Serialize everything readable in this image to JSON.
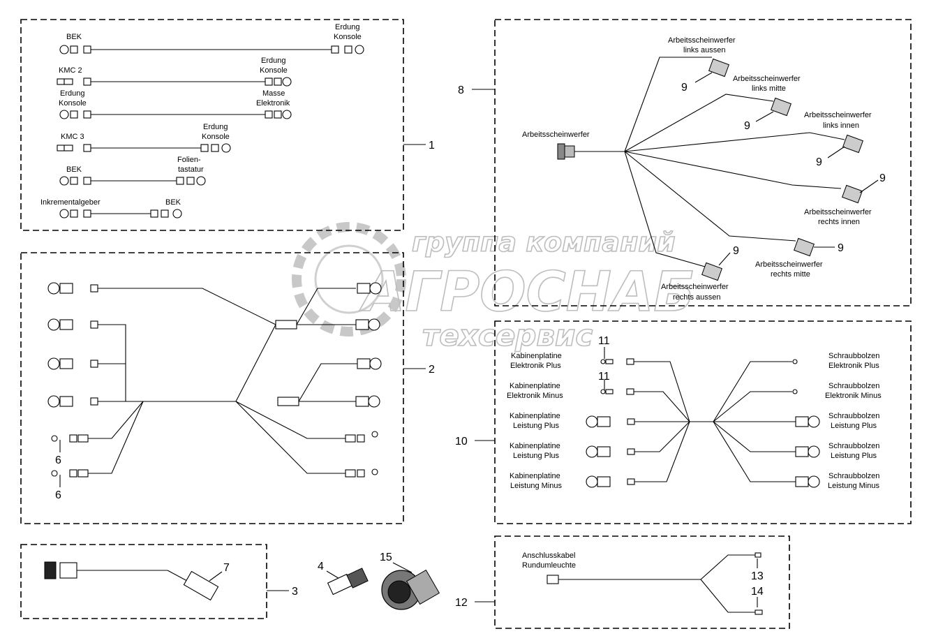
{
  "watermark": {
    "line1": "группа компаний",
    "line2": "АГРОСНАБ",
    "line3": "техсервис"
  },
  "callouts": {
    "n1": "1",
    "n2": "2",
    "n3": "3",
    "n4": "4",
    "n6a": "6",
    "n6b": "6",
    "n7": "7",
    "n8": "8",
    "n9a": "9",
    "n9b": "9",
    "n9c": "9",
    "n9d": "9",
    "n9e": "9",
    "n9f": "9",
    "n10": "10",
    "n11a": "11",
    "n11b": "11",
    "n12": "12",
    "n13": "13",
    "n14": "14",
    "n15": "15"
  },
  "group1": {
    "bek_1": "BEK",
    "erdung_konsole_1a": "Erdung",
    "erdung_konsole_1b": "Konsole",
    "kmc2": "KMC 2",
    "erdung_konsole_2a": "Erdung",
    "erdung_konsole_2b": "Konsole",
    "erdung_konsole_3a": "Erdung",
    "erdung_konsole_3b": "Konsole",
    "masse_a": "Masse",
    "masse_b": "Elektronik",
    "kmc3": "KMC 3",
    "erdung_konsole_4a": "Erdung",
    "erdung_konsole_4b": "Konsole",
    "bek_2": "BEK",
    "folien_a": "Folien-",
    "folien_b": "tastatur",
    "inkrementalgeber": "Inkrementalgeber",
    "bek_3": "BEK"
  },
  "group8": {
    "center": "Arbeitsscheinwerfer",
    "la_a": "Arbeitsscheinwerfer",
    "la_b": "links aussen",
    "lm_a": "Arbeitsscheinwerfer",
    "lm_b": "links mitte",
    "li_a": "Arbeitsscheinwerfer",
    "li_b": "links innen",
    "ri_a": "Arbeitsscheinwerfer",
    "ri_b": "rechts innen",
    "rm_a": "Arbeitsscheinwerfer",
    "rm_b": "rechts mitte",
    "ra_a": "Arbeitsscheinwerfer",
    "ra_b": "rechts aussen"
  },
  "group10": {
    "l1a": "Kabinenplatine",
    "l1b": "Elektronik Plus",
    "l2a": "Kabinenplatine",
    "l2b": "Elektronik Minus",
    "l3a": "Kabinenplatine",
    "l3b": "Leistung Plus",
    "l4a": "Kabinenplatine",
    "l4b": "Leistung Plus",
    "l5a": "Kabinenplatine",
    "l5b": "Leistung Minus",
    "r1a": "Schraubbolzen",
    "r1b": "Elektronik Plus",
    "r2a": "Schraubbolzen",
    "r2b": "Elektronik Minus",
    "r3a": "Schraubbolzen",
    "r3b": "Leistung Plus",
    "r4a": "Schraubbolzen",
    "r4b": "Leistung Plus",
    "r5a": "Schraubbolzen",
    "r5b": "Leistung Minus"
  },
  "group12": {
    "a": "Anschlusskabel",
    "b": "Rundumleuchte"
  }
}
